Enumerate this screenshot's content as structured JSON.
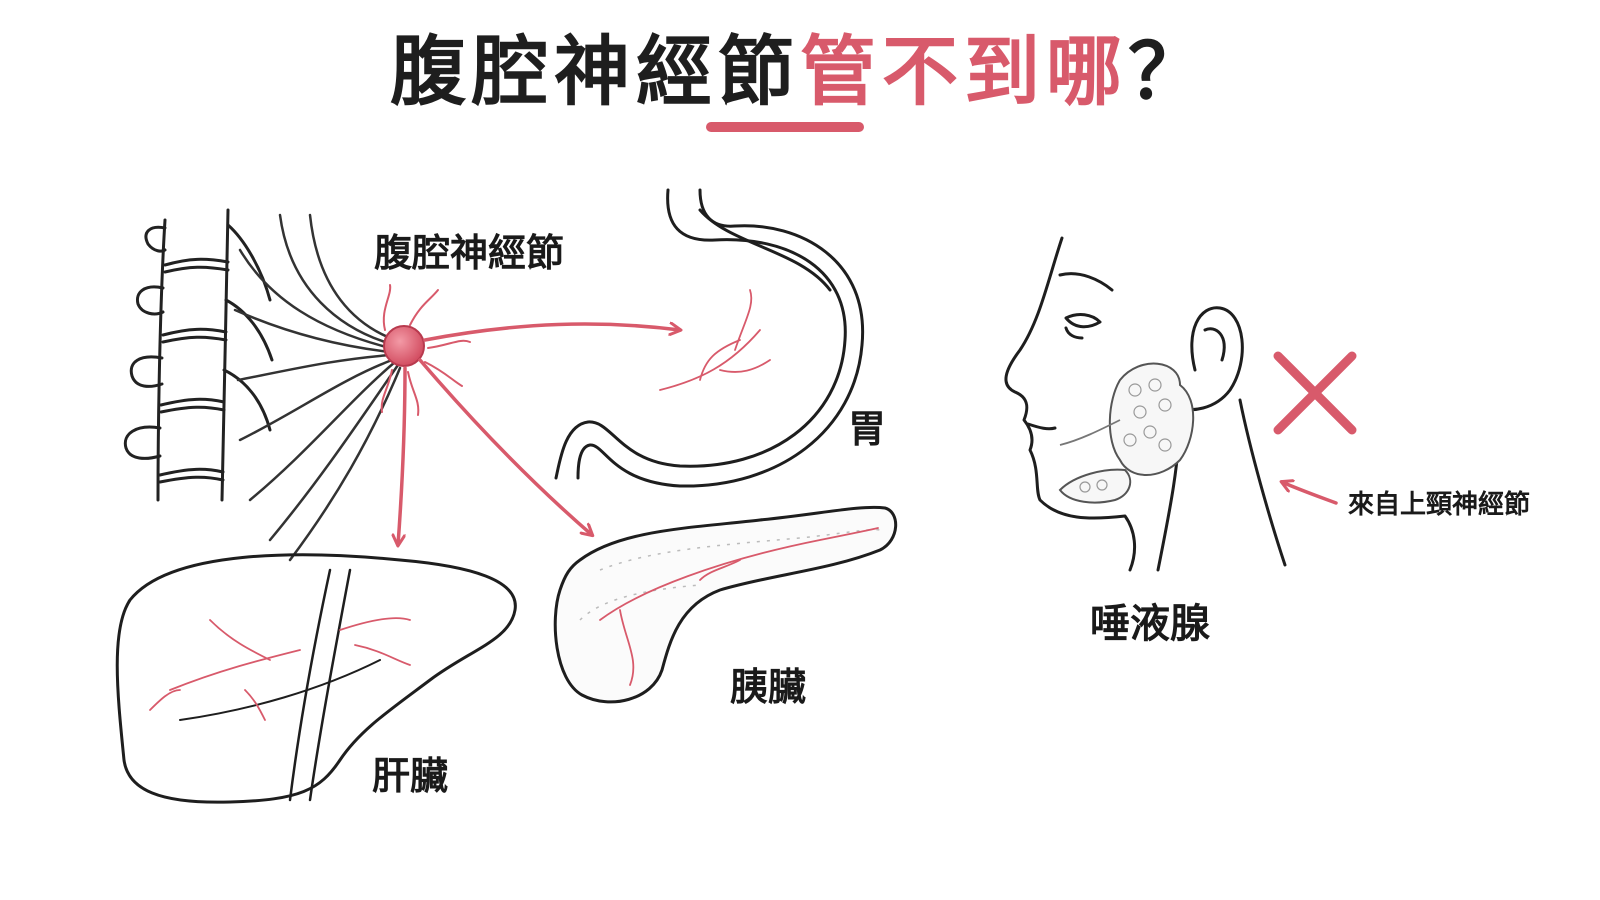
{
  "title": {
    "dark_text": "腹腔神經節",
    "accent_text": "管不到哪",
    "suffix": "？"
  },
  "colors": {
    "accent": "#d85a6b",
    "ink": "#1e1e1e",
    "background": "#ffffff"
  },
  "labels": {
    "celiac_ganglion": "腹腔神經節",
    "stomach": "胃",
    "pancreas": "胰臟",
    "liver": "肝臟",
    "salivary_gland": "唾液腺",
    "salivary_source": "來自上頸神經節"
  },
  "icons": {
    "not_innervated": "cross-mark-icon"
  }
}
